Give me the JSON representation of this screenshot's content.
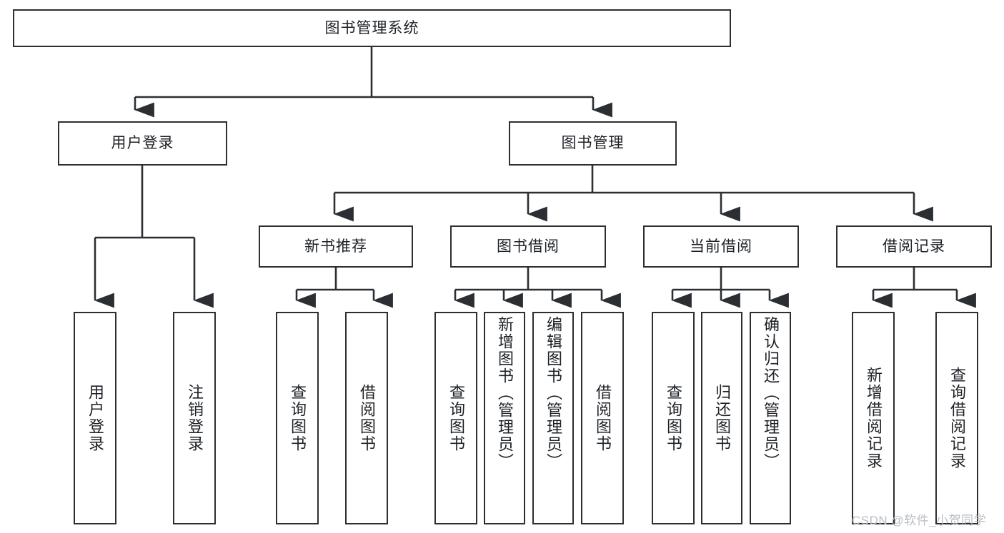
{
  "diagram": {
    "title": "图书管理系统",
    "type": "tree",
    "orientation": "top-down",
    "stroke_color": "#2b2f33",
    "fill_color": "#ffffff",
    "text_color": "#1d2126"
  },
  "nodes": {
    "root": {
      "label": "图书管理系统",
      "level": 1
    },
    "l2": [
      {
        "id": "user-login",
        "label": "用户登录",
        "level": 2
      },
      {
        "id": "book-manage",
        "label": "图书管理",
        "level": 2
      }
    ],
    "l3": [
      {
        "id": "new-book-recommend",
        "label": "新书推荐",
        "level": 3
      },
      {
        "id": "book-borrow",
        "label": "图书借阅",
        "level": 3
      },
      {
        "id": "current-borrow",
        "label": "当前借阅",
        "level": 3
      },
      {
        "id": "borrow-record",
        "label": "借阅记录",
        "level": 3
      }
    ],
    "leaves": [
      {
        "id": "leaf-user-login",
        "label": "用户登录",
        "parent": "user-login"
      },
      {
        "id": "leaf-user-logout",
        "label": "注销登录",
        "parent": "user-login"
      },
      {
        "id": "leaf-query-book-1",
        "label": "查询图书",
        "parent": "new-book-recommend"
      },
      {
        "id": "leaf-borrow-book-1",
        "label": "借阅图书",
        "parent": "new-book-recommend"
      },
      {
        "id": "leaf-query-book-2",
        "label": "查询图书",
        "parent": "book-borrow"
      },
      {
        "id": "leaf-add-book",
        "label": "新增图书（管理员）",
        "parent": "book-borrow"
      },
      {
        "id": "leaf-edit-book",
        "label": "编辑图书（管理员）",
        "parent": "book-borrow"
      },
      {
        "id": "leaf-borrow-book-2",
        "label": "借阅图书",
        "parent": "book-borrow"
      },
      {
        "id": "leaf-query-book-3",
        "label": "查询图书",
        "parent": "current-borrow"
      },
      {
        "id": "leaf-return-book",
        "label": "归还图书",
        "parent": "current-borrow"
      },
      {
        "id": "leaf-confirm-return",
        "label": "确认归还（管理员）",
        "parent": "current-borrow"
      },
      {
        "id": "leaf-add-record",
        "label": "新增借阅记录",
        "parent": "borrow-record"
      },
      {
        "id": "leaf-query-record",
        "label": "查询借阅记录",
        "parent": "borrow-record"
      }
    ]
  },
  "watermark": {
    "text": "CSDN @软件_小贺同学"
  }
}
